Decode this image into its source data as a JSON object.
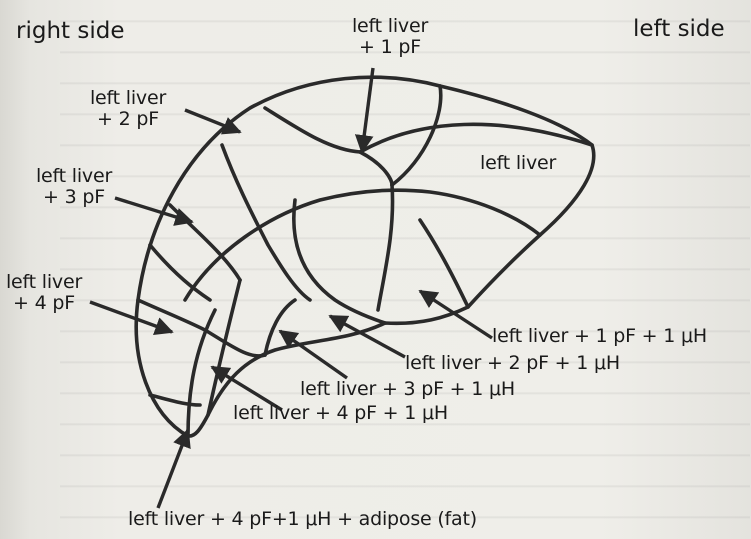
{
  "sides": {
    "right": "right side",
    "left": "left side"
  },
  "labels": {
    "l1": {
      "line1": "left liver",
      "line2": "+ 1 pF"
    },
    "l2": {
      "line1": "left liver",
      "line2": "+ 2 pF"
    },
    "l3": {
      "line1": "left liver",
      "line2": "+ 3 pF"
    },
    "l4": {
      "line1": "left liver",
      "line2": "+ 4 pF"
    },
    "region": "left liver",
    "h1": "left liver + 1 pF + 1 μH",
    "h2": "left liver + 2 pF + 1 μH",
    "h3": "left liver + 3 pF + 1 μH",
    "h4": "left liver + 4 pF + 1 μH",
    "fat": "left liver + 4 pF+1 μH + adipose (fat)"
  },
  "colors": {
    "ink": "#2a2a2a",
    "paper": "#ecebe6"
  }
}
